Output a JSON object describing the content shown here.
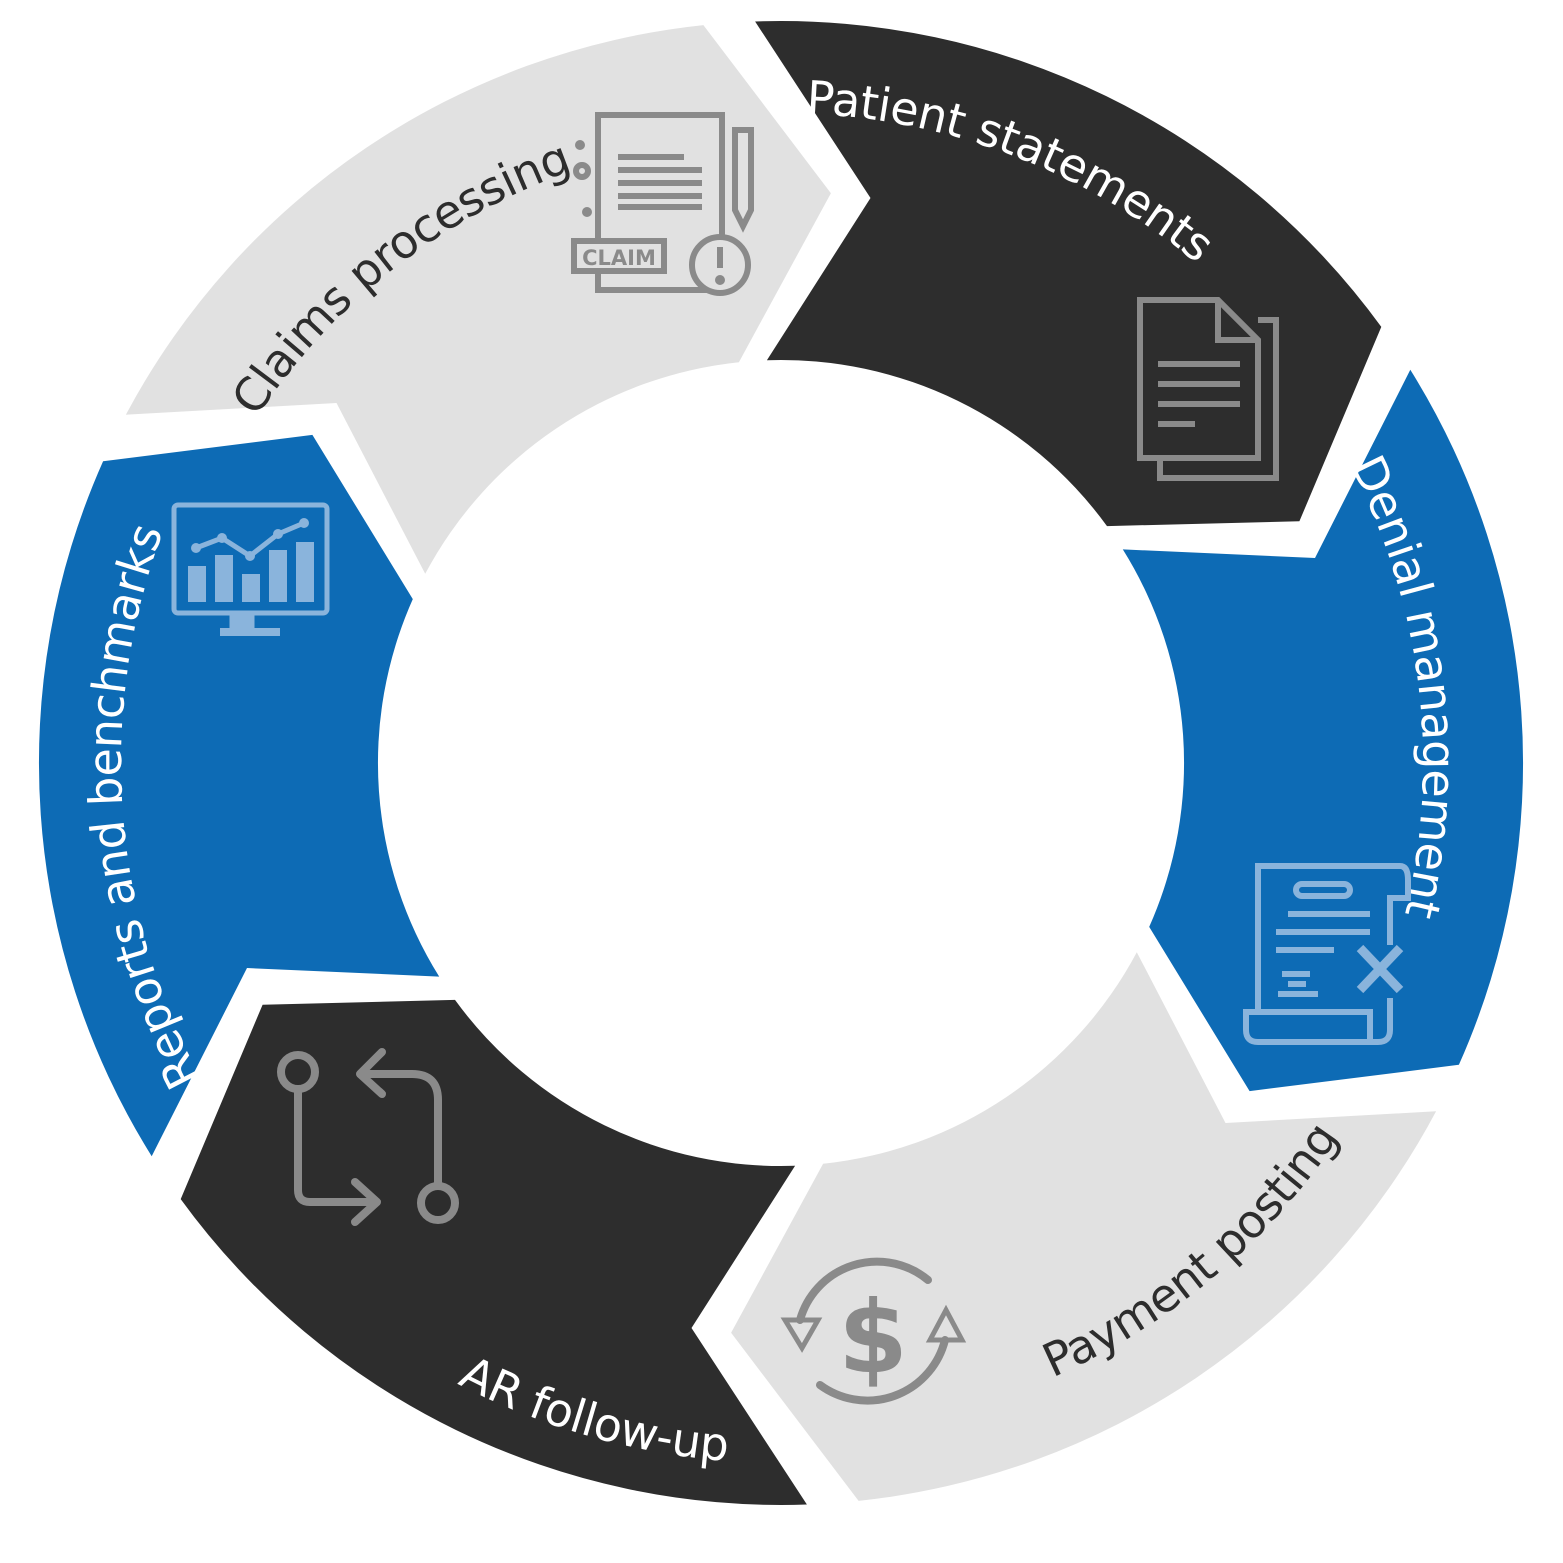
{
  "diagram": {
    "type": "cycle",
    "segments": [
      {
        "label": "Claims processing",
        "color": "#e1e1e1",
        "text_color": "#2d2d2d",
        "icon": "claim-document-icon",
        "icon_color": "#8a8a8a",
        "direction": "cw"
      },
      {
        "label": "Patient statements",
        "color": "#2d2d2d",
        "text_color": "#ffffff",
        "icon": "documents-icon",
        "icon_color": "#8a8a8a",
        "direction": "cw"
      },
      {
        "label": "Denial management",
        "color": "#0d6bb5",
        "text_color": "#ffffff",
        "icon": "denied-scroll-icon",
        "icon_color": "#8ab4dc",
        "direction": "cw"
      },
      {
        "label": "Payment posting",
        "color": "#e1e1e1",
        "text_color": "#2d2d2d",
        "icon": "dollar-cycle-icon",
        "icon_color": "#8a8a8a",
        "direction": "ccw"
      },
      {
        "label": "AR follow-up",
        "color": "#2d2d2d",
        "text_color": "#ffffff",
        "icon": "swap-arrows-icon",
        "icon_color": "#8a8a8a",
        "direction": "ccw"
      },
      {
        "label": "Reports and benchmarks",
        "color": "#0d6bb5",
        "text_color": "#ffffff",
        "icon": "chart-monitor-icon",
        "icon_color": "#8ab4dc",
        "direction": "cw"
      }
    ],
    "claim_icon_text": "CLAIM"
  }
}
